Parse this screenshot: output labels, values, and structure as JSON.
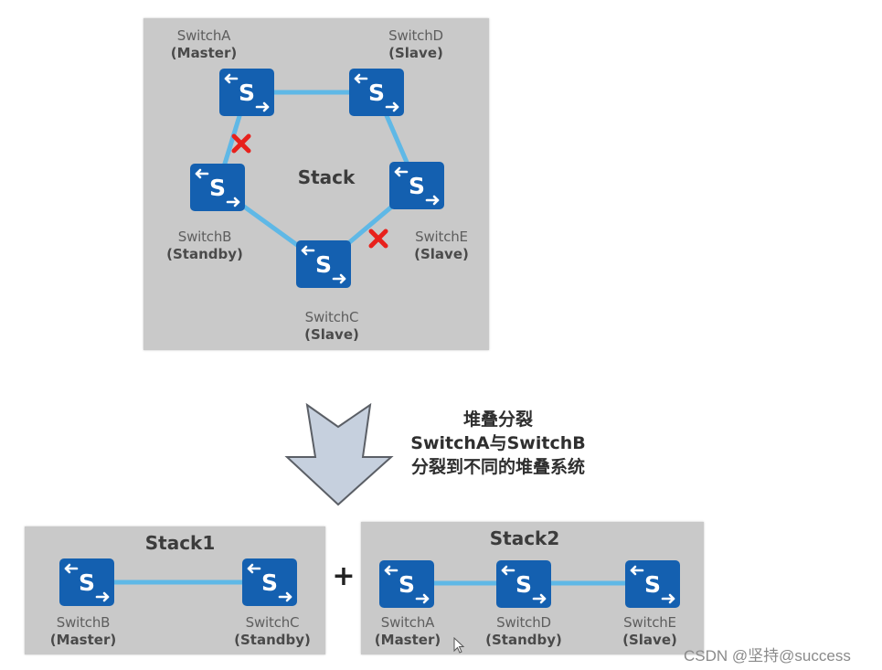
{
  "top_stack": {
    "title": "Stack",
    "switches": [
      {
        "id": "A",
        "name": "SwitchA",
        "role": "(Master)"
      },
      {
        "id": "D",
        "name": "SwitchD",
        "role": "(Slave)"
      },
      {
        "id": "E",
        "name": "SwitchE",
        "role": "(Slave)"
      },
      {
        "id": "C",
        "name": "SwitchC",
        "role": "(Slave)"
      },
      {
        "id": "B",
        "name": "SwitchB",
        "role": "(Standby)"
      }
    ],
    "links": [
      {
        "from": "A",
        "to": "D",
        "status": "up"
      },
      {
        "from": "D",
        "to": "E",
        "status": "up"
      },
      {
        "from": "E",
        "to": "C",
        "status": "broken"
      },
      {
        "from": "C",
        "to": "B",
        "status": "up"
      },
      {
        "from": "B",
        "to": "A",
        "status": "broken"
      }
    ]
  },
  "transition": {
    "icon": "down-arrow-icon",
    "caption_lines": [
      "堆叠分裂",
      "SwitchA与SwitchB",
      "分裂到不同的堆叠系统"
    ]
  },
  "plus_sign": "+",
  "stack1": {
    "title": "Stack1",
    "switches": [
      {
        "id": "B",
        "name": "SwitchB",
        "role": "(Master)"
      },
      {
        "id": "C",
        "name": "SwitchC",
        "role": "(Standby)"
      }
    ]
  },
  "stack2": {
    "title": "Stack2",
    "switches": [
      {
        "id": "A",
        "name": "SwitchA",
        "role": "(Master)"
      },
      {
        "id": "D",
        "name": "SwitchD",
        "role": "(Standby)"
      },
      {
        "id": "E",
        "name": "SwitchE",
        "role": "(Slave)"
      }
    ]
  },
  "watermark": "CSDN @坚持@success",
  "colors": {
    "switch_fill": "#1460b0",
    "link": "#5fb8e6",
    "broken_mark": "#e8211c",
    "panel": "#c9c9c9",
    "arrow_fill": "#c6d0de"
  }
}
